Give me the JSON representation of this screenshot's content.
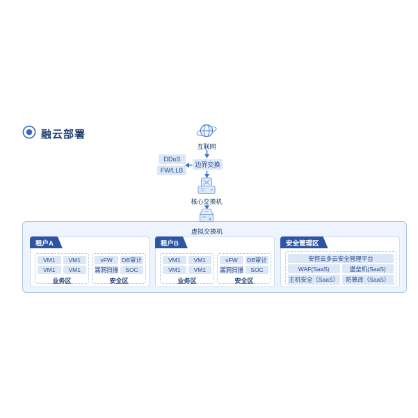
{
  "page": {
    "title": "融云部署"
  },
  "flow": {
    "internet_label": "互联网",
    "border_exchange_label": "边界交换",
    "ddos_label": "DDoS",
    "fwllb_label": "FW/LLB",
    "core_switch_label": "核心交换机",
    "virtual_switch_label": "虚拟交换机"
  },
  "zones": [
    {
      "name": "租户A",
      "areas": [
        {
          "name": "业务区",
          "chips": [
            "VM1",
            "VM1",
            "VM1",
            "VM1"
          ]
        },
        {
          "name": "安全区",
          "chips": [
            "vFW",
            "DB审计",
            "漏洞扫描",
            "SOC"
          ]
        }
      ]
    },
    {
      "name": "租户B",
      "areas": [
        {
          "name": "业务区",
          "chips": [
            "VM1",
            "VM1",
            "VM1",
            "VM1"
          ]
        },
        {
          "name": "安全区",
          "chips": [
            "vFW",
            "DB审计",
            "漏洞扫描",
            "SOC"
          ]
        }
      ]
    },
    {
      "name": "安全管理区",
      "platform_chip": "安恒云多云安全管理平台",
      "chips": [
        "WAF(SaaS)",
        "堡垒机(SaaS)",
        "主机安全（SaaS）",
        "防篡改（SaaS）"
      ]
    }
  ],
  "icons": {
    "title": "bullseye-icon",
    "internet": "globe-icon",
    "core_switch": "switch-icon",
    "virtual_switch": "virtual-switch-icon"
  },
  "colors": {
    "accent": "#2e55a5",
    "title_text": "#1e3c6e",
    "chip_bg": "#dbe7f7",
    "chip_text": "#2b4b8d",
    "arrow": "#3e6ed1",
    "container_bg": "#eef4fd",
    "container_border": "#a9c4e8",
    "dashed_border": "#b2cbeb",
    "icon_stroke": "#7fa6dd"
  }
}
